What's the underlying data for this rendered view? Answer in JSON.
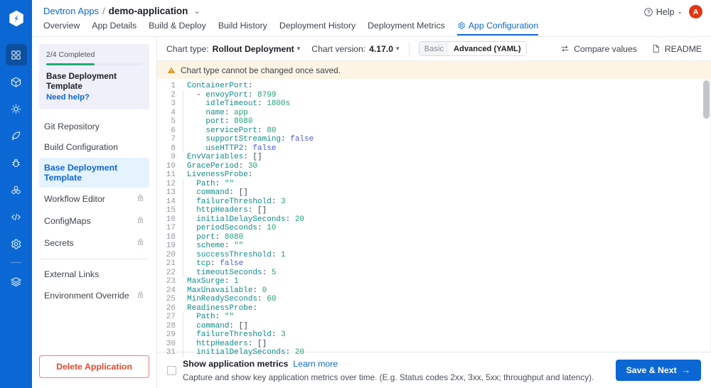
{
  "brand": {
    "logo_icon": "devtron-hexagon-logo"
  },
  "rail": {
    "items": [
      {
        "icon": "applications-grid-icon",
        "name": "applications",
        "active": true
      },
      {
        "icon": "chart-store-cube-icon",
        "name": "chart-store",
        "active": false
      },
      {
        "icon": "jobs-gear-sun-icon",
        "name": "jobs",
        "active": false
      },
      {
        "icon": "deploy-rocket-icon",
        "name": "deploy",
        "active": false
      },
      {
        "icon": "security-bug-icon",
        "name": "security",
        "active": false
      },
      {
        "icon": "clusters-nodes-icon",
        "name": "clusters",
        "active": false
      },
      {
        "icon": "code-brackets-icon",
        "name": "code",
        "active": false
      },
      {
        "icon": "global-configuration-gear-icon",
        "name": "global-configuration",
        "active": false
      },
      {
        "icon": "stack-manager-layers-icon",
        "name": "stack-manager",
        "active": false
      }
    ]
  },
  "header": {
    "breadcrumb": {
      "root": "Devtron Apps",
      "separator": "/",
      "current": "demo-application",
      "caret": "⌄"
    },
    "tabs": [
      {
        "label": "Overview",
        "active": false
      },
      {
        "label": "App Details",
        "active": false
      },
      {
        "label": "Build & Deploy",
        "active": false
      },
      {
        "label": "Build History",
        "active": false
      },
      {
        "label": "Deployment History",
        "active": false
      },
      {
        "label": "Deployment Metrics",
        "active": false
      },
      {
        "label": "App Configuration",
        "active": true,
        "icon": "gear-icon"
      }
    ],
    "help": {
      "label": "Help",
      "icon": "question-circle-icon",
      "caret": "⌄"
    },
    "avatar": {
      "initial": "A",
      "color": "#e03615"
    }
  },
  "sidebar": {
    "progress": {
      "completed_label": "2/4 Completed",
      "percent": 50,
      "title": "Base Deployment Template",
      "help_link": "Need help?",
      "bar_color": "#1dad70"
    },
    "items": [
      {
        "label": "Git Repository",
        "locked": false,
        "active": false
      },
      {
        "label": "Build Configuration",
        "locked": false,
        "active": false
      },
      {
        "label": "Base Deployment Template",
        "locked": false,
        "active": true
      },
      {
        "label": "Workflow Editor",
        "locked": true,
        "active": false
      },
      {
        "label": "ConfigMaps",
        "locked": true,
        "active": false
      },
      {
        "label": "Secrets",
        "locked": true,
        "active": false
      }
    ],
    "items_secondary": [
      {
        "label": "External Links",
        "locked": false,
        "active": false
      },
      {
        "label": "Environment Override",
        "locked": true,
        "active": false
      }
    ],
    "delete_button": "Delete Application"
  },
  "toolbar": {
    "chart_type_label": "Chart type:",
    "chart_type_value": "Rollout Deployment",
    "chart_version_label": "Chart version:",
    "chart_version_value": "4.17.0",
    "modes": [
      {
        "label": "Basic",
        "active": false
      },
      {
        "label": "Advanced (YAML)",
        "active": true
      }
    ],
    "compare_values": "Compare values",
    "compare_values_icon": "swap-arrows-icon",
    "readme": "README",
    "readme_icon": "document-icon"
  },
  "warning": {
    "icon": "warning-triangle-icon",
    "text": "Chart type cannot be changed once saved.",
    "background": "#fdf4e4"
  },
  "editor": {
    "language": "yaml",
    "lines": [
      {
        "n": 1,
        "indent": 0,
        "guide": 0,
        "tokens": [
          {
            "t": "ContainerPort",
            "c": "k"
          },
          {
            "t": ":",
            "c": "p"
          }
        ]
      },
      {
        "n": 2,
        "indent": 2,
        "guide": 1,
        "tokens": [
          {
            "t": "- ",
            "c": "d"
          },
          {
            "t": "envoyPort",
            "c": "k"
          },
          {
            "t": ": ",
            "c": "p"
          },
          {
            "t": "8799",
            "c": "n"
          }
        ]
      },
      {
        "n": 3,
        "indent": 4,
        "guide": 1,
        "tokens": [
          {
            "t": "idleTimeout",
            "c": "k"
          },
          {
            "t": ": ",
            "c": "p"
          },
          {
            "t": "1800s",
            "c": "s"
          }
        ]
      },
      {
        "n": 4,
        "indent": 4,
        "guide": 1,
        "tokens": [
          {
            "t": "name",
            "c": "k"
          },
          {
            "t": ": ",
            "c": "p"
          },
          {
            "t": "app",
            "c": "s"
          }
        ]
      },
      {
        "n": 5,
        "indent": 4,
        "guide": 1,
        "tokens": [
          {
            "t": "port",
            "c": "k"
          },
          {
            "t": ": ",
            "c": "p"
          },
          {
            "t": "8080",
            "c": "n"
          }
        ]
      },
      {
        "n": 6,
        "indent": 4,
        "guide": 1,
        "tokens": [
          {
            "t": "servicePort",
            "c": "k"
          },
          {
            "t": ": ",
            "c": "p"
          },
          {
            "t": "80",
            "c": "n"
          }
        ]
      },
      {
        "n": 7,
        "indent": 4,
        "guide": 1,
        "tokens": [
          {
            "t": "supportStreaming",
            "c": "k"
          },
          {
            "t": ": ",
            "c": "p"
          },
          {
            "t": "false",
            "c": "b"
          }
        ]
      },
      {
        "n": 8,
        "indent": 4,
        "guide": 1,
        "tokens": [
          {
            "t": "useHTTP2",
            "c": "k"
          },
          {
            "t": ": ",
            "c": "p"
          },
          {
            "t": "false",
            "c": "b"
          }
        ]
      },
      {
        "n": 9,
        "indent": 0,
        "guide": 0,
        "tokens": [
          {
            "t": "EnvVariables",
            "c": "k"
          },
          {
            "t": ": ",
            "c": "p"
          },
          {
            "t": "[]",
            "c": "d"
          }
        ]
      },
      {
        "n": 10,
        "indent": 0,
        "guide": 0,
        "tokens": [
          {
            "t": "GracePeriod",
            "c": "k"
          },
          {
            "t": ": ",
            "c": "p"
          },
          {
            "t": "30",
            "c": "n"
          }
        ]
      },
      {
        "n": 11,
        "indent": 0,
        "guide": 0,
        "tokens": [
          {
            "t": "LivenessProbe",
            "c": "k"
          },
          {
            "t": ":",
            "c": "p"
          }
        ]
      },
      {
        "n": 12,
        "indent": 2,
        "guide": 1,
        "tokens": [
          {
            "t": "Path",
            "c": "k"
          },
          {
            "t": ": ",
            "c": "p"
          },
          {
            "t": "\"\"",
            "c": "s"
          }
        ]
      },
      {
        "n": 13,
        "indent": 2,
        "guide": 1,
        "tokens": [
          {
            "t": "command",
            "c": "k"
          },
          {
            "t": ": ",
            "c": "p"
          },
          {
            "t": "[]",
            "c": "d"
          }
        ]
      },
      {
        "n": 14,
        "indent": 2,
        "guide": 1,
        "tokens": [
          {
            "t": "failureThreshold",
            "c": "k"
          },
          {
            "t": ": ",
            "c": "p"
          },
          {
            "t": "3",
            "c": "n"
          }
        ]
      },
      {
        "n": 15,
        "indent": 2,
        "guide": 1,
        "tokens": [
          {
            "t": "httpHeaders",
            "c": "k"
          },
          {
            "t": ": ",
            "c": "p"
          },
          {
            "t": "[]",
            "c": "d"
          }
        ]
      },
      {
        "n": 16,
        "indent": 2,
        "guide": 1,
        "tokens": [
          {
            "t": "initialDelaySeconds",
            "c": "k"
          },
          {
            "t": ": ",
            "c": "p"
          },
          {
            "t": "20",
            "c": "n"
          }
        ]
      },
      {
        "n": 17,
        "indent": 2,
        "guide": 1,
        "tokens": [
          {
            "t": "periodSeconds",
            "c": "k"
          },
          {
            "t": ": ",
            "c": "p"
          },
          {
            "t": "10",
            "c": "n"
          }
        ]
      },
      {
        "n": 18,
        "indent": 2,
        "guide": 1,
        "tokens": [
          {
            "t": "port",
            "c": "k"
          },
          {
            "t": ": ",
            "c": "p"
          },
          {
            "t": "8080",
            "c": "n"
          }
        ]
      },
      {
        "n": 19,
        "indent": 2,
        "guide": 1,
        "tokens": [
          {
            "t": "scheme",
            "c": "k"
          },
          {
            "t": ": ",
            "c": "p"
          },
          {
            "t": "\"\"",
            "c": "s"
          }
        ]
      },
      {
        "n": 20,
        "indent": 2,
        "guide": 1,
        "tokens": [
          {
            "t": "successThreshold",
            "c": "k"
          },
          {
            "t": ": ",
            "c": "p"
          },
          {
            "t": "1",
            "c": "n"
          }
        ]
      },
      {
        "n": 21,
        "indent": 2,
        "guide": 1,
        "tokens": [
          {
            "t": "tcp",
            "c": "k"
          },
          {
            "t": ": ",
            "c": "p"
          },
          {
            "t": "false",
            "c": "b"
          }
        ]
      },
      {
        "n": 22,
        "indent": 2,
        "guide": 1,
        "tokens": [
          {
            "t": "timeoutSeconds",
            "c": "k"
          },
          {
            "t": ": ",
            "c": "p"
          },
          {
            "t": "5",
            "c": "n"
          }
        ]
      },
      {
        "n": 23,
        "indent": 0,
        "guide": 0,
        "tokens": [
          {
            "t": "MaxSurge",
            "c": "k"
          },
          {
            "t": ": ",
            "c": "p"
          },
          {
            "t": "1",
            "c": "n"
          }
        ]
      },
      {
        "n": 24,
        "indent": 0,
        "guide": 0,
        "tokens": [
          {
            "t": "MaxUnavailable",
            "c": "k"
          },
          {
            "t": ": ",
            "c": "p"
          },
          {
            "t": "0",
            "c": "n"
          }
        ]
      },
      {
        "n": 25,
        "indent": 0,
        "guide": 0,
        "tokens": [
          {
            "t": "MinReadySeconds",
            "c": "k"
          },
          {
            "t": ": ",
            "c": "p"
          },
          {
            "t": "60",
            "c": "n"
          }
        ]
      },
      {
        "n": 26,
        "indent": 0,
        "guide": 0,
        "tokens": [
          {
            "t": "ReadinessProbe",
            "c": "k"
          },
          {
            "t": ":",
            "c": "p"
          }
        ]
      },
      {
        "n": 27,
        "indent": 2,
        "guide": 1,
        "tokens": [
          {
            "t": "Path",
            "c": "k"
          },
          {
            "t": ": ",
            "c": "p"
          },
          {
            "t": "\"\"",
            "c": "s"
          }
        ]
      },
      {
        "n": 28,
        "indent": 2,
        "guide": 1,
        "tokens": [
          {
            "t": "command",
            "c": "k"
          },
          {
            "t": ": ",
            "c": "p"
          },
          {
            "t": "[]",
            "c": "d"
          }
        ]
      },
      {
        "n": 29,
        "indent": 2,
        "guide": 1,
        "tokens": [
          {
            "t": "failureThreshold",
            "c": "k"
          },
          {
            "t": ": ",
            "c": "p"
          },
          {
            "t": "3",
            "c": "n"
          }
        ]
      },
      {
        "n": 30,
        "indent": 2,
        "guide": 1,
        "tokens": [
          {
            "t": "httpHeaders",
            "c": "k"
          },
          {
            "t": ": ",
            "c": "p"
          },
          {
            "t": "[]",
            "c": "d"
          }
        ]
      },
      {
        "n": 31,
        "indent": 2,
        "guide": 1,
        "tokens": [
          {
            "t": "initialDelaySeconds",
            "c": "k"
          },
          {
            "t": ": ",
            "c": "p"
          },
          {
            "t": "20",
            "c": "n"
          }
        ]
      }
    ],
    "scrollbar_visible": true
  },
  "footer": {
    "checkbox_checked": false,
    "metrics_label": "Show application metrics",
    "learn_more": "Learn more",
    "description": "Capture and show key application metrics over time. (E.g. Status codes 2xx, 3xx, 5xx; throughput and latency).",
    "save_button": "Save & Next",
    "save_button_arrow": "→",
    "save_button_color": "#0b67d4"
  }
}
